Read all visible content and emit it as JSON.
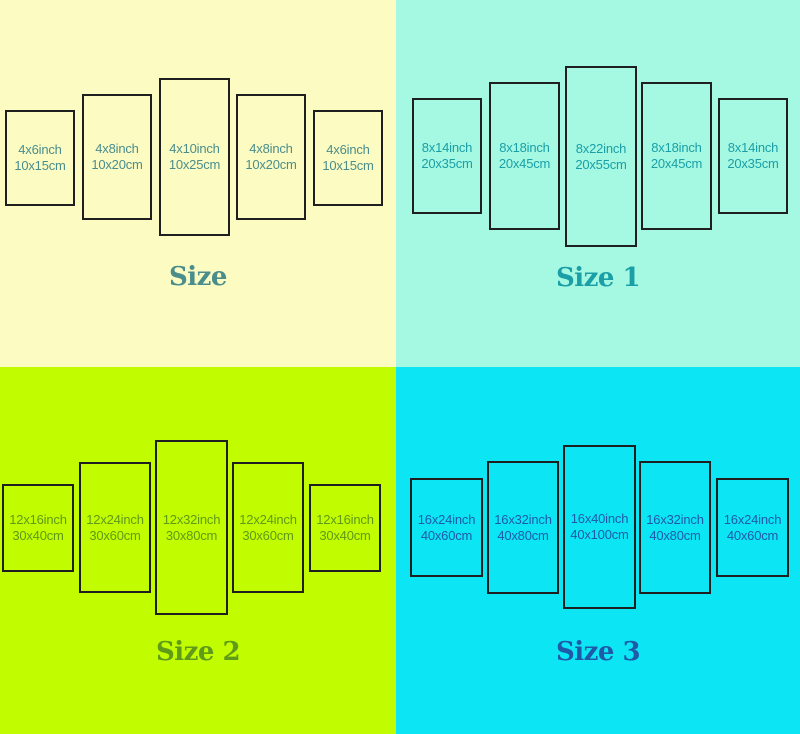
{
  "sections": [
    {
      "title": "Size",
      "bg": "#fcfcc2",
      "text_color": "#4a8d8d",
      "panels": [
        {
          "inch": "4x6inch",
          "cm": "10x15cm"
        },
        {
          "inch": "4x8inch",
          "cm": "10x20cm"
        },
        {
          "inch": "4x10inch",
          "cm": "10x25cm"
        },
        {
          "inch": "4x8inch",
          "cm": "10x20cm"
        },
        {
          "inch": "4x6inch",
          "cm": "10x15cm"
        }
      ]
    },
    {
      "title": "Size 1",
      "bg": "#a5f9e3",
      "text_color": "#1a9fa6",
      "panels": [
        {
          "inch": "8x14inch",
          "cm": "20x35cm"
        },
        {
          "inch": "8x18inch",
          "cm": "20x45cm"
        },
        {
          "inch": "8x22inch",
          "cm": "20x55cm"
        },
        {
          "inch": "8x18inch",
          "cm": "20x45cm"
        },
        {
          "inch": "8x14inch",
          "cm": "20x35cm"
        }
      ]
    },
    {
      "title": "Size 2",
      "bg": "#c2fc00",
      "text_color": "#5f9a18",
      "panels": [
        {
          "inch": "12x16inch",
          "cm": "30x40cm"
        },
        {
          "inch": "12x24inch",
          "cm": "30x60cm"
        },
        {
          "inch": "12x32inch",
          "cm": "30x80cm"
        },
        {
          "inch": "12x24inch",
          "cm": "30x60cm"
        },
        {
          "inch": "12x16inch",
          "cm": "30x40cm"
        }
      ]
    },
    {
      "title": "Size 3",
      "bg": "#0ce6f4",
      "text_color": "#1f5aa8",
      "panels": [
        {
          "inch": "16x24inch",
          "cm": "40x60cm"
        },
        {
          "inch": "16x32inch",
          "cm": "40x80cm"
        },
        {
          "inch": "16x40inch",
          "cm": "40x100cm"
        },
        {
          "inch": "16x32inch",
          "cm": "40x80cm"
        },
        {
          "inch": "16x24inch",
          "cm": "40x60cm"
        }
      ]
    }
  ]
}
